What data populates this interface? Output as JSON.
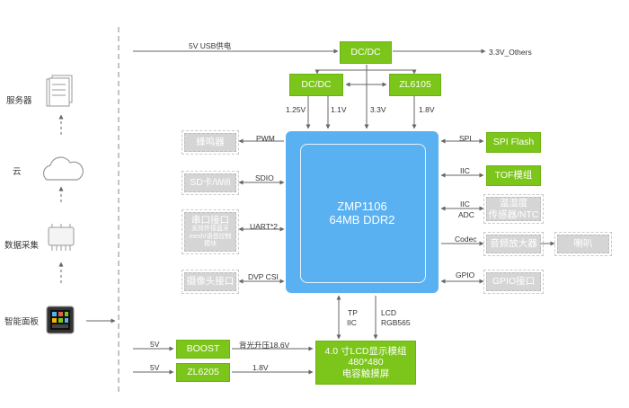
{
  "colors": {
    "green": "#7cc51a",
    "grey": "#d5d5d5",
    "chip": "#5ab1f2",
    "line": "#666666"
  },
  "sidebar": {
    "server": "服务器",
    "server_icon": "server-icon",
    "cloud": "云",
    "cloud_icon": "cloud-icon",
    "collect": "数据采集",
    "collect_icon": "chip-icon",
    "panel": "智能面板",
    "panel_icon": "panel-icon"
  },
  "power": {
    "usb": "5V USB供电",
    "dcdc_top": "DC/DC",
    "others": "3.3V_Others",
    "dcdc_left": "DC/DC",
    "zl6105": "ZL6105",
    "v125": "1.25V",
    "v11": "1.1V",
    "v33": "3.3V",
    "v18": "1.8V"
  },
  "cpu": {
    "name": "ZMP1106",
    "mem": "64MB DDR2"
  },
  "left": {
    "pwm": "PWM",
    "buzzer": "蜂鸣器",
    "sdio": "SDIO",
    "sd": "SD卡/Wifi",
    "uart": "UART*2",
    "serial": "串口接口",
    "serial_note_1": "支持外接蓝牙",
    "serial_note_2": "mesh/语音控制",
    "serial_note_3": "模块",
    "dvp": "DVP CSI",
    "camera": "摄像头接口"
  },
  "right": {
    "spi": "SPI",
    "spiflash": "SPI Flash",
    "iic": "IIC",
    "tof": "TOF模组",
    "iic2": "IIC",
    "adc": "ADC",
    "sensor_1": "温湿度",
    "sensor_2": "传感器/NTC",
    "codec": "Codec",
    "amp": "音频放大器",
    "speaker": "喇叭",
    "gpio": "GPIO",
    "gpio_if": "GPIO接口"
  },
  "bottom": {
    "tp": "TP",
    "iic": "IIC",
    "lcd": "LCD",
    "rgb": "RGB565",
    "v5a": "5V",
    "boost": "BOOST",
    "backlight": "背光升压18.6V",
    "v5b": "5V",
    "zl6205": "ZL6205",
    "v18": "1.8V",
    "lcd_1": "4.0 寸LCD显示模组",
    "lcd_2": "480*480",
    "lcd_3": "电容触摸屏"
  }
}
